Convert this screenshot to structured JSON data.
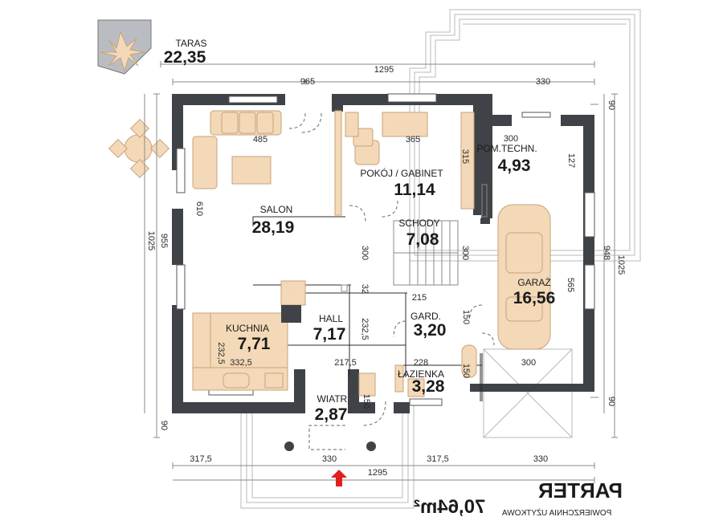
{
  "title": {
    "heading": "PARTER",
    "subtitle": "POWIERZCHNIA UŻYTKOWA",
    "area_value": "70,64m²"
  },
  "rooms": [
    {
      "id": "taras",
      "name": "TARAS",
      "area": "22,35"
    },
    {
      "id": "salon",
      "name": "SALON",
      "area": "28,19"
    },
    {
      "id": "pokoj",
      "name": "POKÓJ / GABINET",
      "area": "11,14"
    },
    {
      "id": "pomtech",
      "name": "POM.TECHN.",
      "area": "4,93"
    },
    {
      "id": "schody",
      "name": "SCHODY",
      "area": "7,08"
    },
    {
      "id": "garaz",
      "name": "GARAŻ",
      "area": "16,56"
    },
    {
      "id": "kuchnia",
      "name": "KUCHNIA",
      "area": "7,71"
    },
    {
      "id": "hall",
      "name": "HALL",
      "area": "7,17"
    },
    {
      "id": "gard",
      "name": "GARD.",
      "area": "3,20"
    },
    {
      "id": "lazienka",
      "name": "ŁAZIENKA",
      "area": "3,28"
    },
    {
      "id": "wiatr",
      "name": "WIATR.",
      "area": "2,87"
    }
  ],
  "dimensions": {
    "top_total": "1295",
    "top_left": "965",
    "top_right": "330",
    "salon_w": "485",
    "pokoj_w": "365",
    "pom_w": "300",
    "pom_h": "127",
    "pokoj_h": "315",
    "salon_h": "610",
    "left_total": "1025",
    "left_mid": "955",
    "schody_h": "300",
    "stair_small": "32",
    "right_total": "1025",
    "right_mid": "948",
    "garaz_h": "565",
    "kitchen_w": "332,5",
    "kitchen_h": "232,5",
    "hall_w": "217,5",
    "hall_h": "232,5",
    "gard_w": "215",
    "gard_h": "150",
    "laz_w": "228",
    "laz_h": "150",
    "wiatr_h": "150",
    "garage_door": "300",
    "bottom_left": "317,5",
    "bottom_mid": "330",
    "bottom_right1": "317,5",
    "bottom_right2": "330",
    "bottom_total": "1295",
    "edge_top_right": "90",
    "edge_bottom_right": "90",
    "edge_bottom_left": "90"
  },
  "colors": {
    "wall": "#3f4347",
    "furniture": "#f3d9b8",
    "entrance_arrow": "#e02020"
  }
}
